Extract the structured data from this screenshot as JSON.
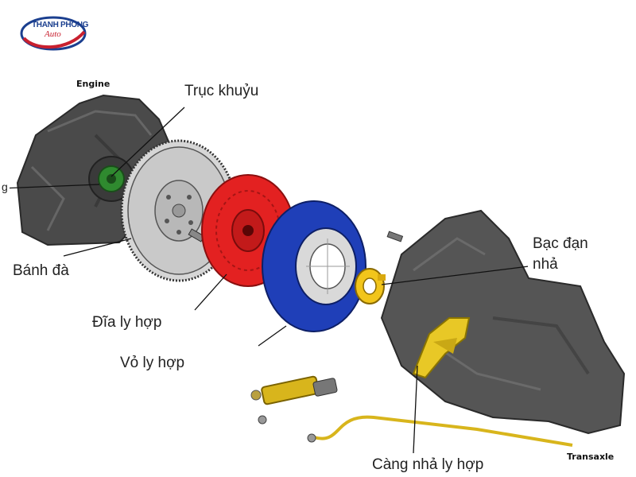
{
  "logo": {
    "brand": "THANH PHONG",
    "sub": "Auto"
  },
  "parts": {
    "engine": "Engine",
    "transaxle": "Transaxle",
    "crankshaft": "Trục khuỷu",
    "flywheel": "Bánh đà",
    "clutch_disc": "Đĩa ly hợp",
    "pressure_plate": "Vỏ ly hợp",
    "release_bearing_line1": "Bạc đạn",
    "release_bearing_line2": "nhả",
    "release_fork": "Càng nhả ly hợp",
    "cut_label": "g"
  },
  "colors": {
    "engine_body": "#4a4a4a",
    "flywheel": "#c9c9c9",
    "clutch_disc": "#e32121",
    "pressure_plate": "#1f3fb8",
    "bearing": "#f2c51b",
    "fork": "#e8c826",
    "pilot_bearing": "#2f8a2f",
    "transaxle_body": "#555555",
    "logo_blue": "#1b3f8f",
    "logo_red": "#c8202f"
  }
}
